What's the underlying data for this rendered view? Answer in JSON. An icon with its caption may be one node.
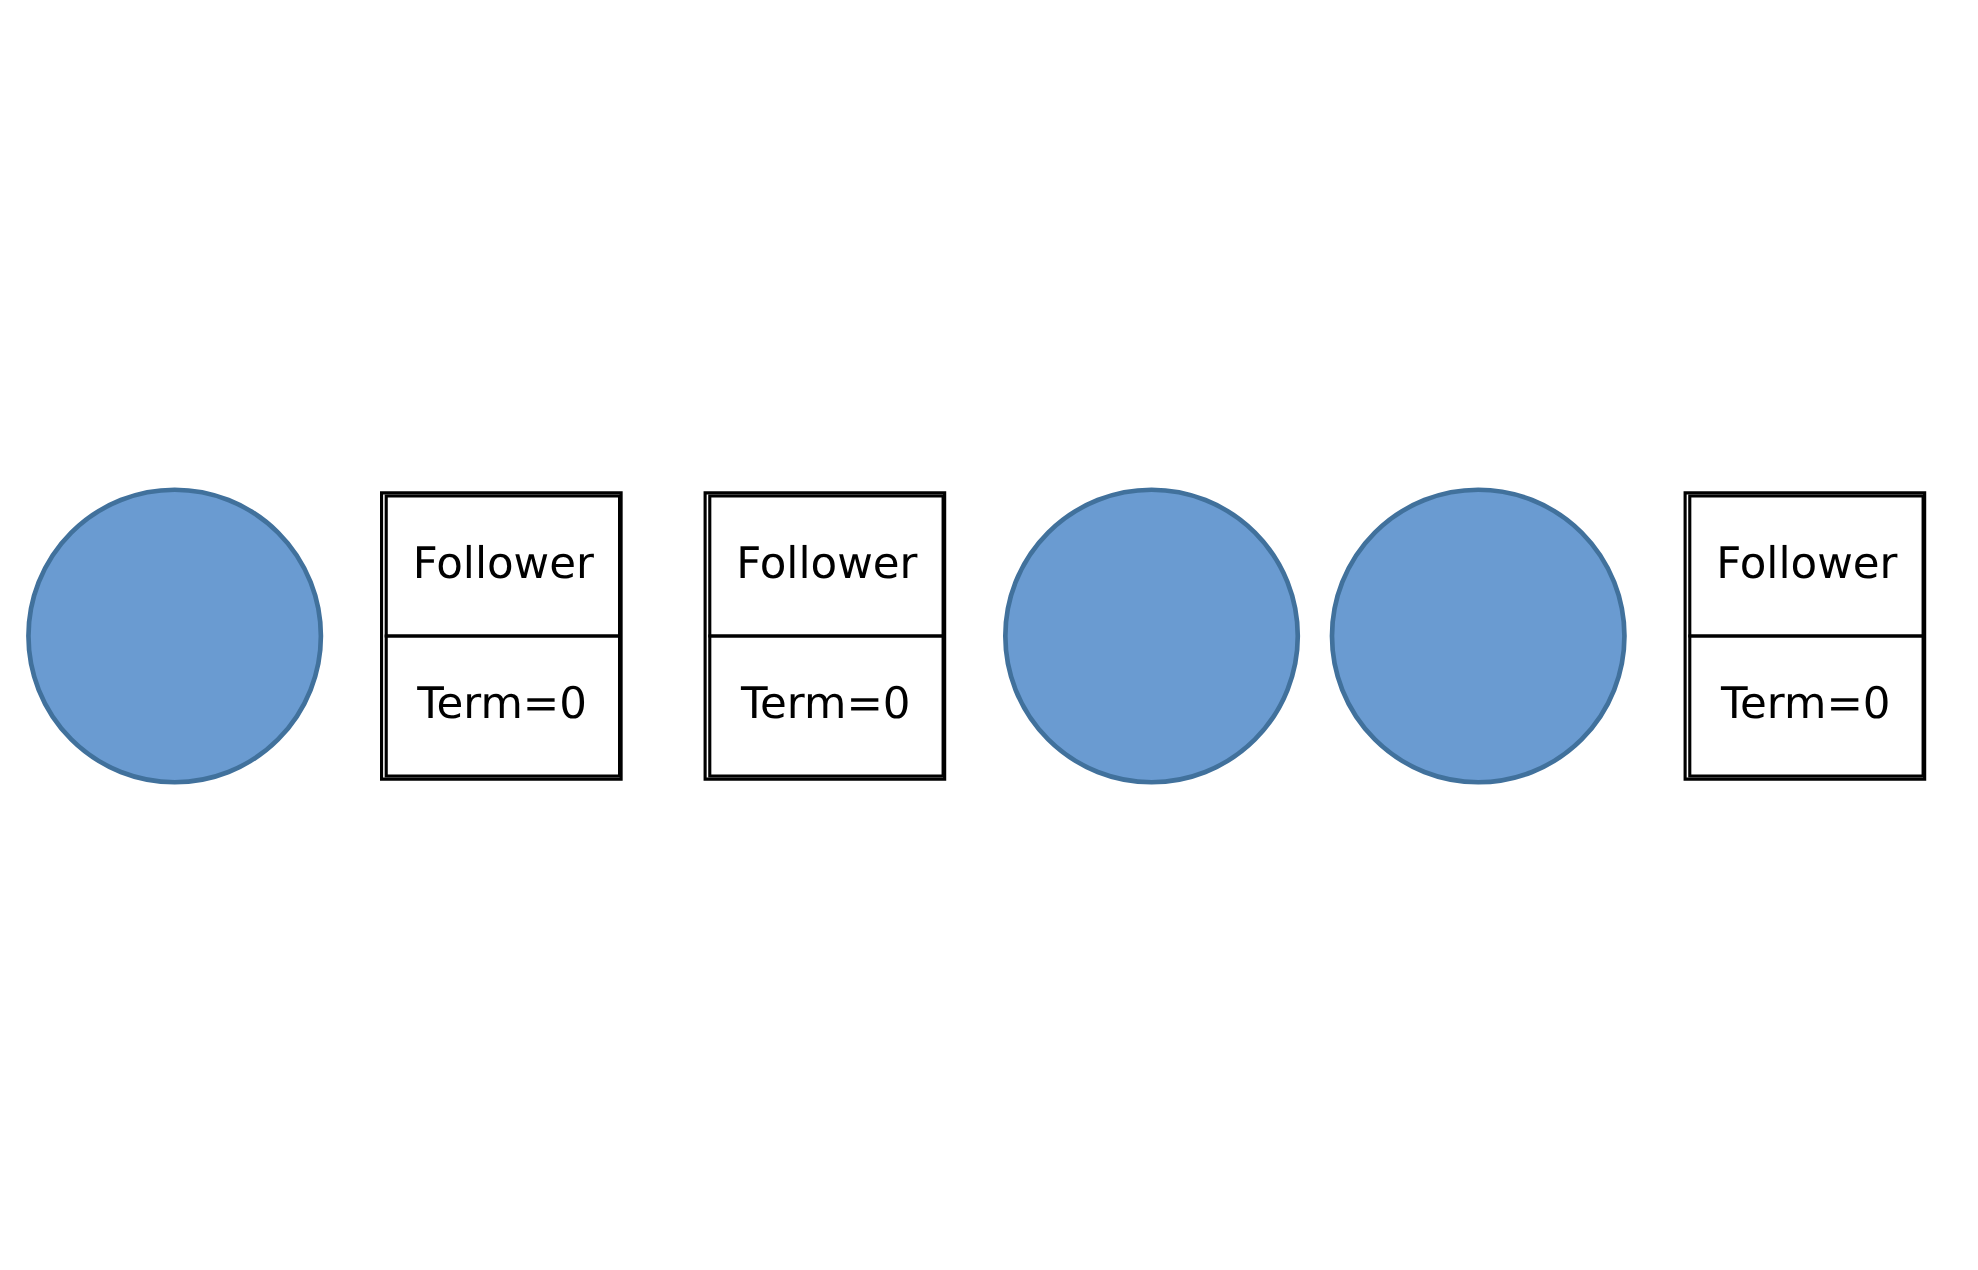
{
  "diagram": {
    "nodes": [
      {
        "text": [],
        "shape": "circle"
      },
      {
        "text": [
          "Follower",
          "Term=0"
        ]
      },
      {
        "text": [
          "Follower",
          "Term=0"
        ]
      },
      {
        "text": [],
        "shape": "circle"
      },
      {
        "text": [],
        "shape": "circle"
      },
      {
        "text": [
          "Follower",
          "Term=0"
        ]
      }
    ]
  }
}
